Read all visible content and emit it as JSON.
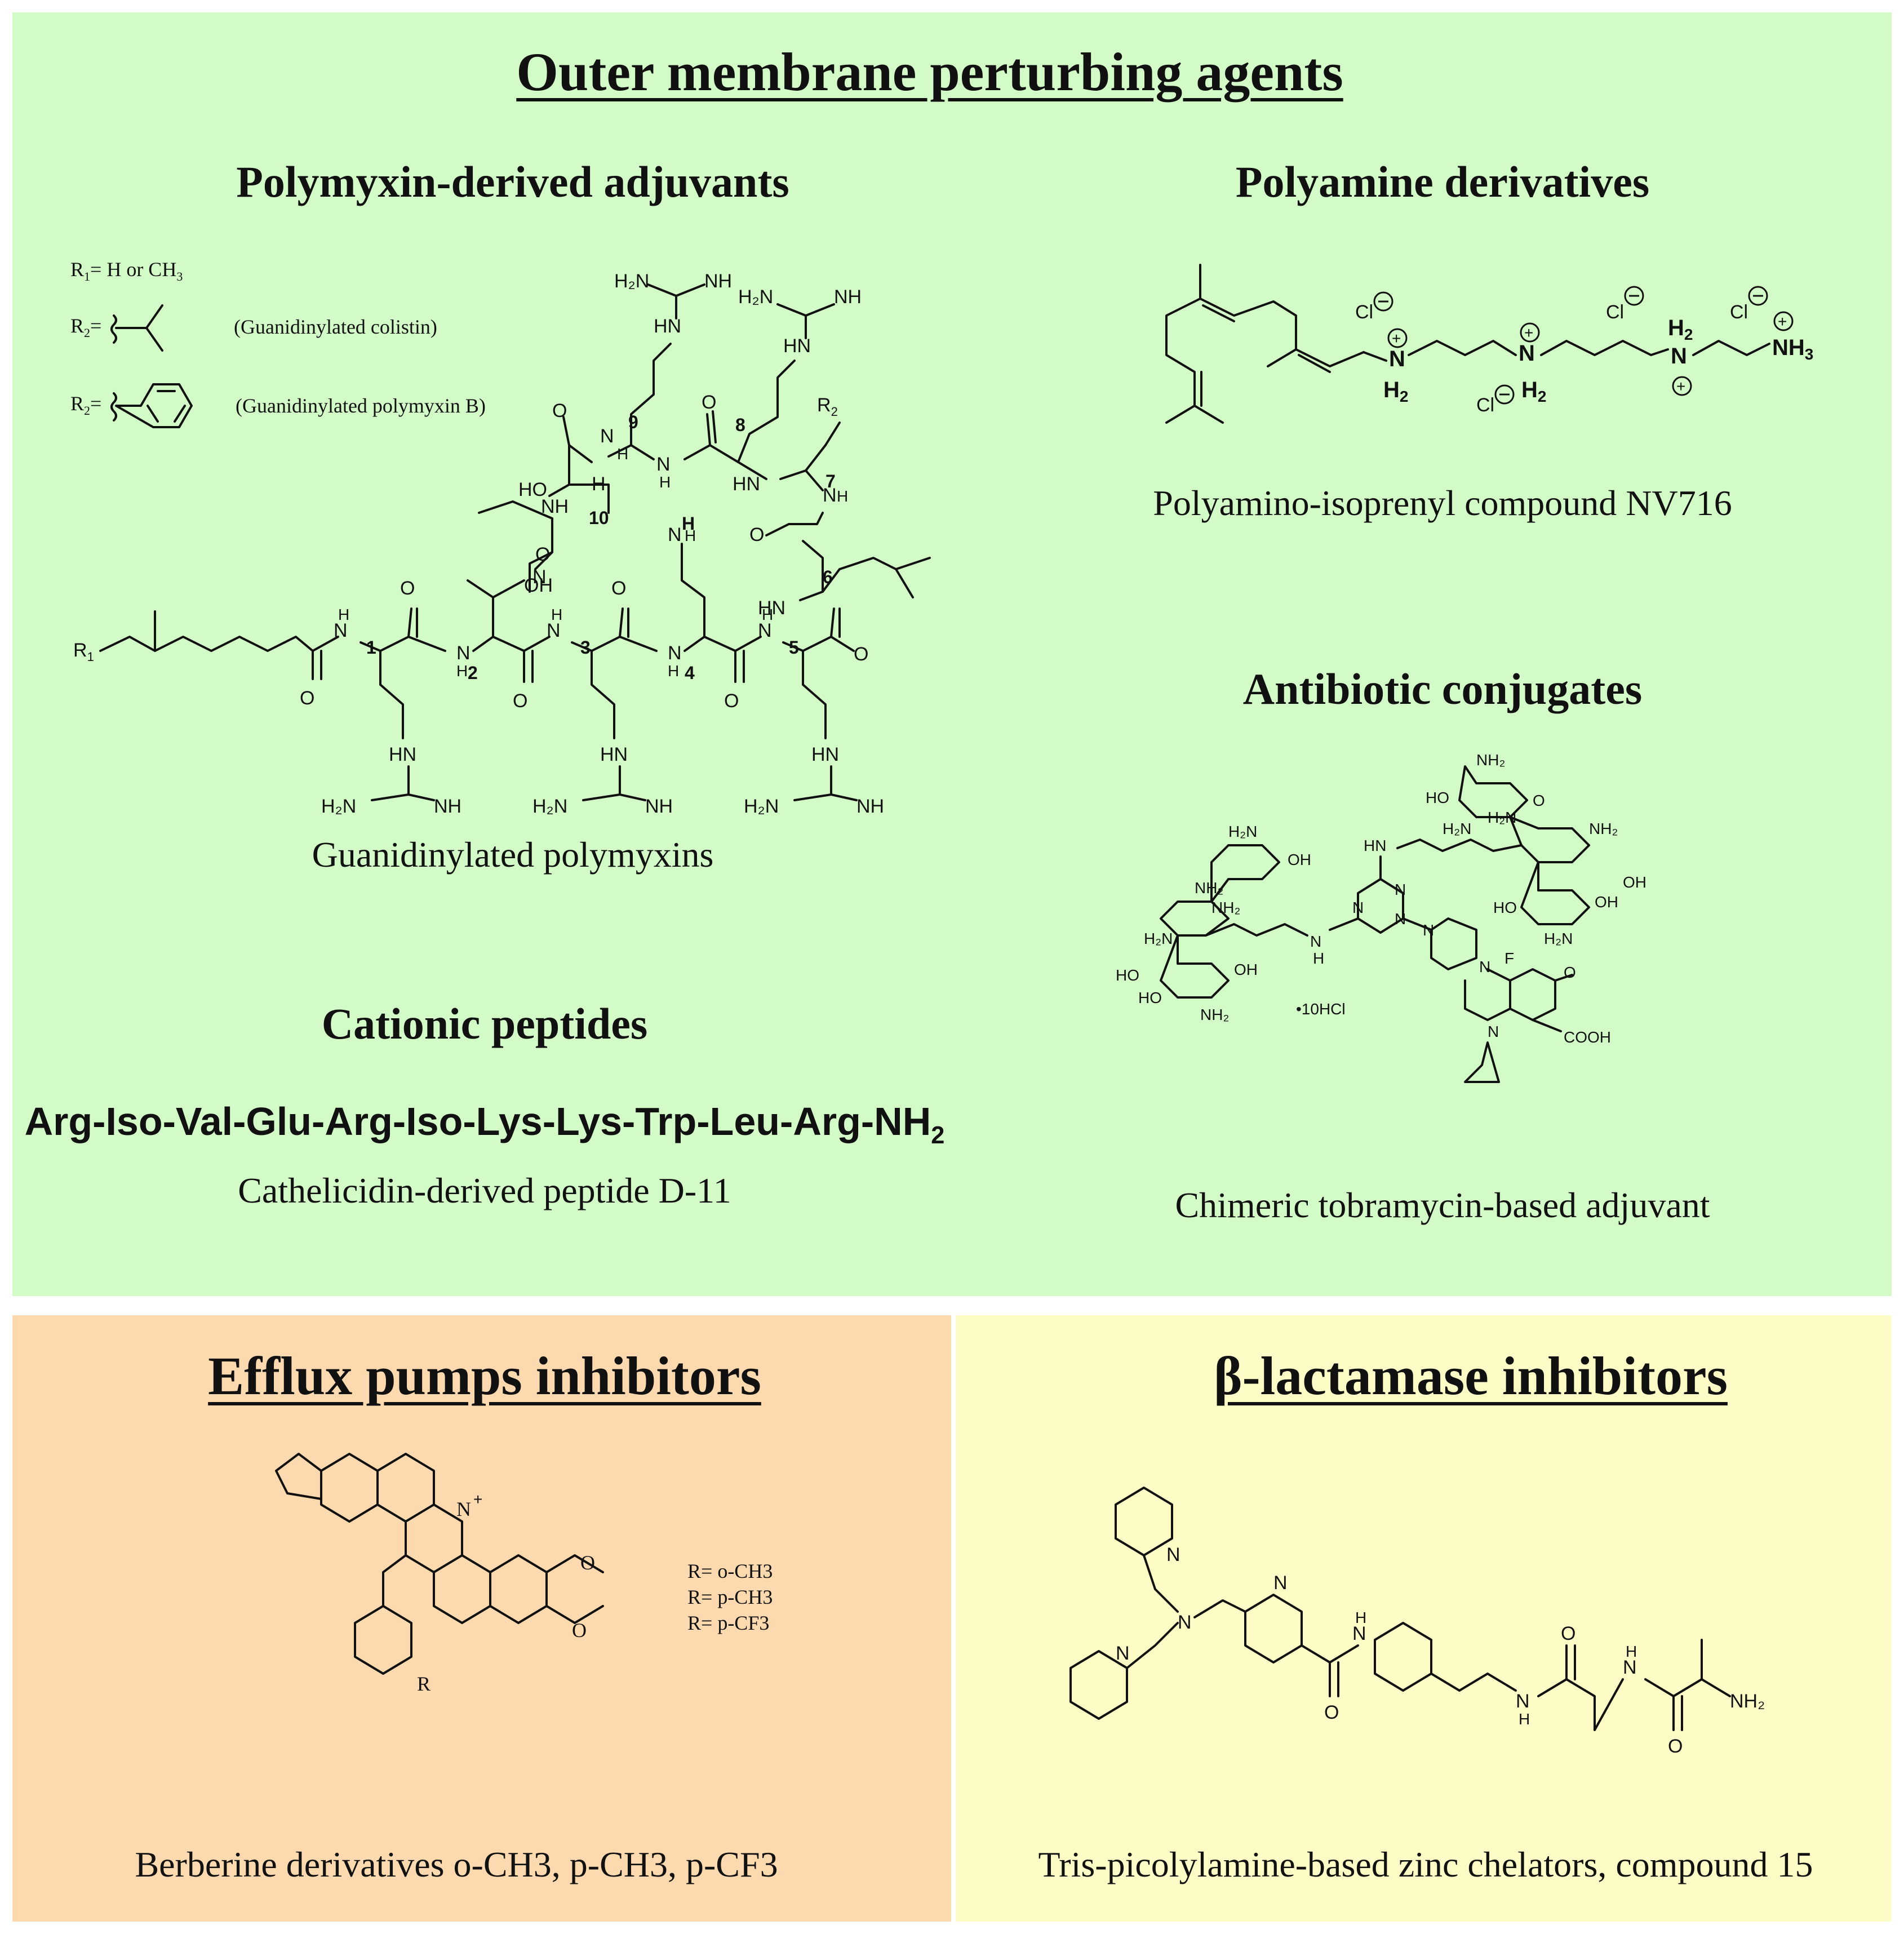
{
  "outer": {
    "title": "Outer membrane perturbing agents",
    "polymyxin": {
      "title": "Polymyxin-derived adjuvants",
      "caption": "Guanidinylated polymyxins",
      "r1_def": "R1= H or CH3",
      "colistin_label": "(Guanidinylated colistin)",
      "polymyxinB_label": "(Guanidinylated polymyxin B)",
      "residue_numbers": [
        "1",
        "2",
        "3",
        "4",
        "5",
        "6",
        "7",
        "8",
        "9",
        "10"
      ]
    },
    "polyamine": {
      "title": "Polyamine derivatives",
      "caption": "Polyamino-isoprenyl compound NV716"
    },
    "cationic": {
      "title": "Cationic peptides",
      "sequence": "Arg-Iso-Val-Glu-Arg-Iso-Lys-Lys-Trp-Leu-Arg-NH",
      "sequence_sub": "2",
      "caption": "Cathelicidin-derived peptide D-11"
    },
    "conjugates": {
      "title": "Antibiotic conjugates",
      "salt_label": "•10HCl",
      "caption": "Chimeric tobramycin-based adjuvant"
    }
  },
  "efflux": {
    "title": "Efflux pumps inhibitors",
    "r_defs": [
      "R= o-CH3",
      "R= p-CH3",
      "R= p-CF3"
    ],
    "caption": "Berberine derivatives o-CH3, p-CH3, p-CF3"
  },
  "beta": {
    "title": "β-lactamase inhibitors",
    "caption": "Tris-picolylamine-based zinc chelators, compound 15"
  }
}
